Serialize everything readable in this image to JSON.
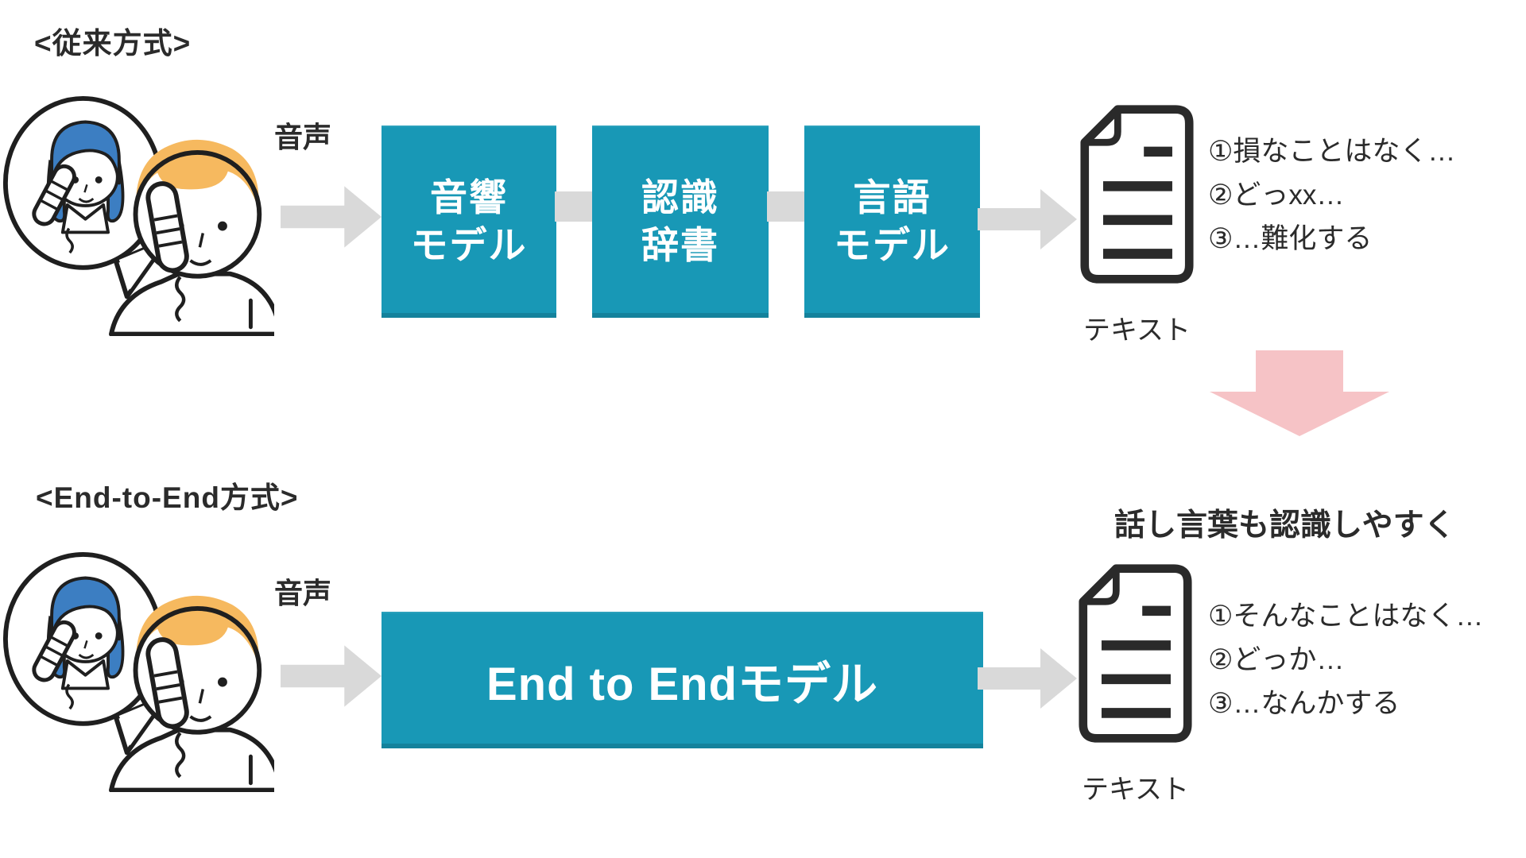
{
  "colors": {
    "box_teal": "#1898b6",
    "arrow_gray": "#d9d9d9",
    "down_arrow_pink": "#f6c3c6",
    "text_black": "#2b2b2b",
    "box_text_white": "#ffffff",
    "woman_hair_blue": "#3c7ec2",
    "man_hair_orange": "#f6b95f"
  },
  "conventional": {
    "title": "<従来方式>",
    "audio_label": "音声",
    "boxes": [
      {
        "line1": "音響",
        "line2": "モデル"
      },
      {
        "line1": "認識",
        "line2": "辞書"
      },
      {
        "line1": "言語",
        "line2": "モデル"
      }
    ],
    "output": {
      "icon_label": "テキスト",
      "lines": [
        "①損なことはなく…",
        "②どっxx…",
        "③…難化する"
      ]
    }
  },
  "end_to_end": {
    "title": "<End-to-End方式>",
    "audio_label": "音声",
    "model_label": "End to Endモデル",
    "heading": "話し言葉も認識しやすく",
    "output": {
      "icon_label": "テキスト",
      "lines": [
        "①そんなことはなく…",
        "②どっか…",
        "③…なんかする"
      ]
    }
  }
}
